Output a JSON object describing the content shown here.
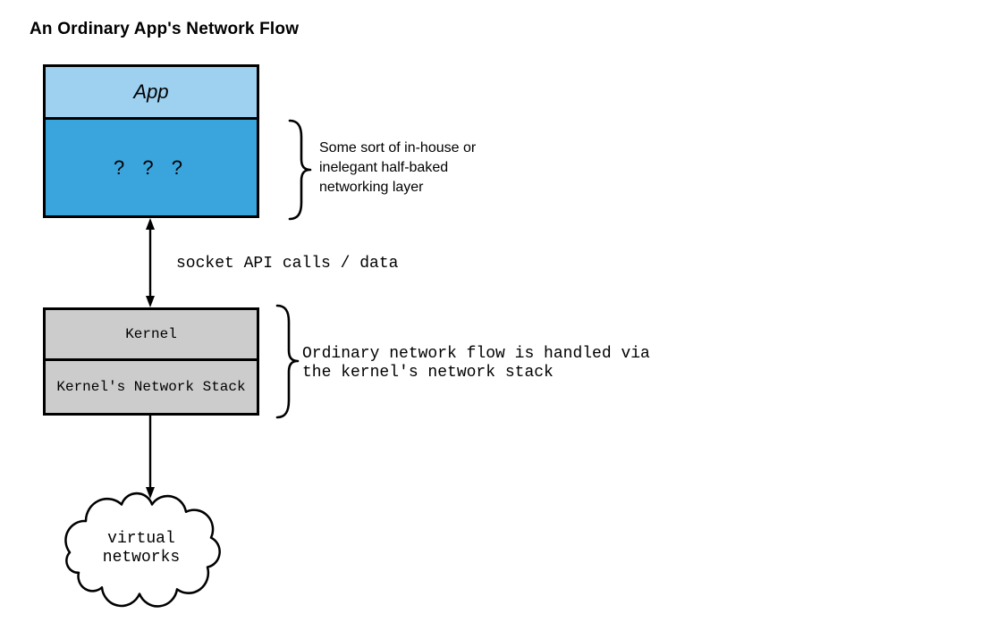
{
  "title": "An Ordinary App's Network Flow",
  "app_stack": {
    "app_label": "App",
    "unknown_layer_label": "? ? ?"
  },
  "kernel_stack": {
    "kernel_label": "Kernel",
    "network_stack_label": "Kernel's Network Stack"
  },
  "arrow_label": "socket API calls / data",
  "annotations": {
    "networking_layer_note": "Some sort of in-house or\ninelegant half-baked\nnetworking layer",
    "kernel_note": "Ordinary network flow is handled via\nthe kernel's network stack"
  },
  "cloud_label": "virtual\nnetworks",
  "colors": {
    "app_fill": "#9ed1f0",
    "unknown_fill": "#3aa4dc",
    "kernel_fill": "#cccccc",
    "stroke": "#000000",
    "background": "#ffffff"
  }
}
